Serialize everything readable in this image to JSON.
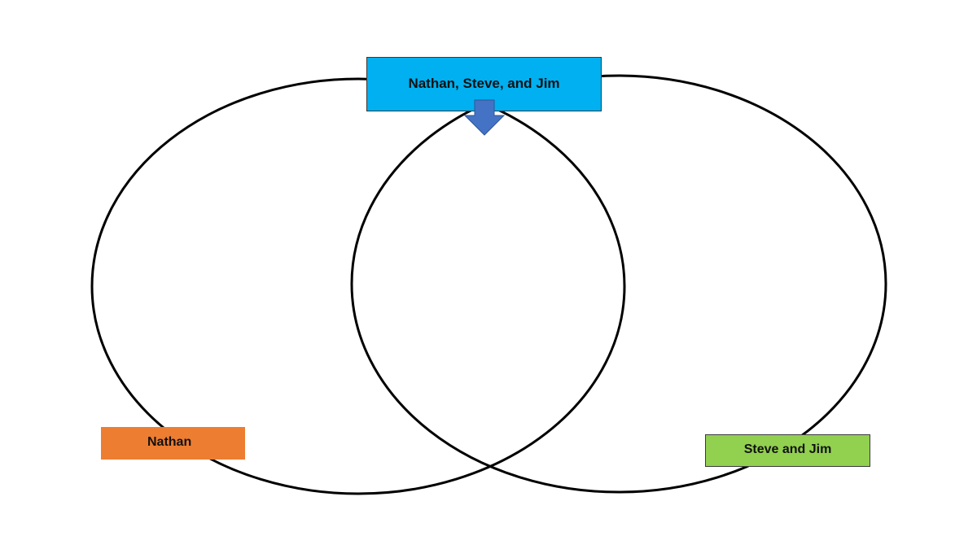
{
  "diagram": {
    "type": "venn",
    "label_both": "Nathan, Steve, and Jim",
    "label_left": "Nathan",
    "label_right": "Steve and Jim"
  },
  "colors": {
    "label_both_fill": "#00B0F0",
    "label_left_fill": "#ED7D31",
    "label_right_fill": "#92D050",
    "arrow_fill": "#4472C4",
    "circle_stroke": "#000000"
  },
  "icons": {
    "arrow": "down-arrow-icon"
  }
}
